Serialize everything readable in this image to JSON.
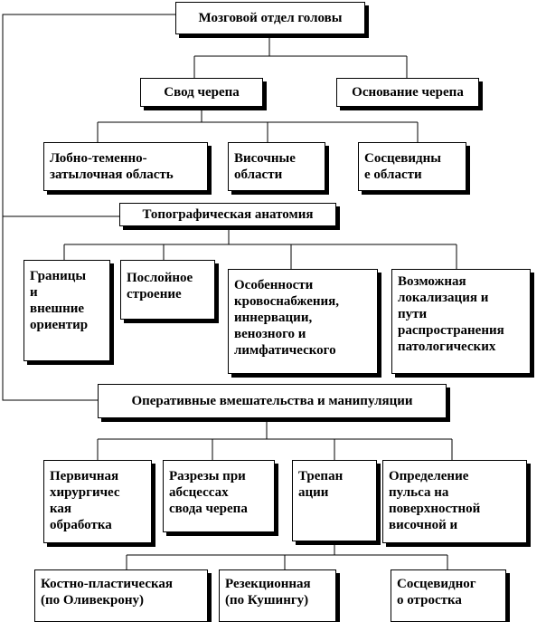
{
  "nodes": {
    "root": "Мозговой отдел головы",
    "vault": "Свод черепа",
    "base": "Основание черепа",
    "fronto": "Лобно-теменно-\nзатылочная область",
    "temporal": "Височные\nобласти",
    "mastoid": "Сосцевидны\nе области",
    "topo": "Топографическая анатомия",
    "borders": "Границы\nи\nвнешние\nориентир",
    "layers": "Послойное\nстроение",
    "blood": "Особенности\nкровоснабжения,\nиннервации,\nвенозного и\nлимфатического",
    "spread": "Возможная\nлокализация и\nпути\nраспространения\nпатологических",
    "oper": "Оперативные вмешательства и манипуляции",
    "pst": "Первичная\nхирургичес\nкая\nобработка",
    "incisions": "Разрезы при\nабсцессах\nсвода черепа",
    "trepan": "Трепан\nации",
    "pulse": "Определение\nпульса на\nповерхностной\nвисочной и",
    "osteo": "Костно-пластическая\n(по Оливекрону)",
    "resect": "Резекционная\n(по Кушингу)",
    "mastoid_proc": "Сосцевидног\nо отростка"
  }
}
